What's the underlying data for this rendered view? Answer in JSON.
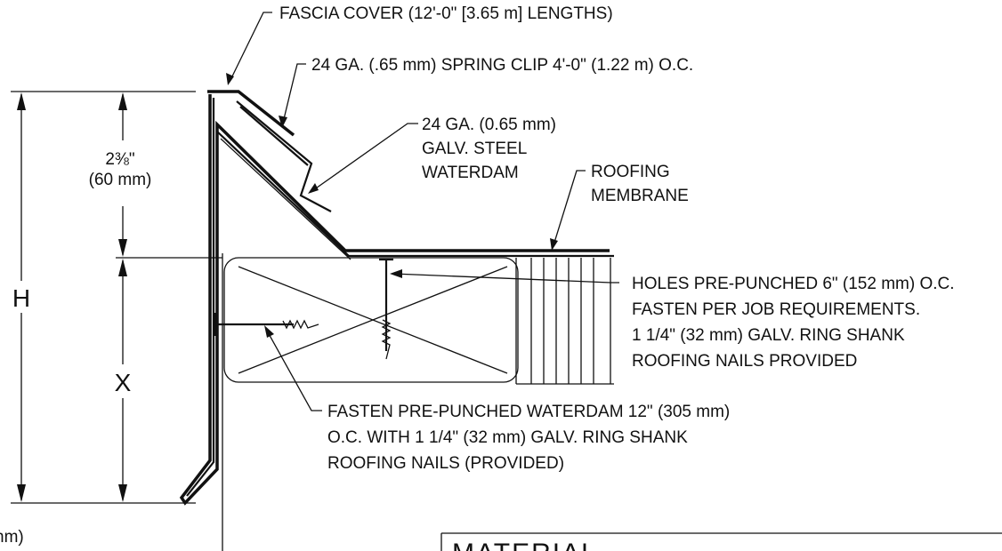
{
  "labels": {
    "fascia_cover": "FASCIA COVER (12'-0\" [3.65 m] LENGTHS)",
    "spring_clip": "24 GA. (.65 mm) SPRING CLIP 4'-0\" (1.22 m) O.C.",
    "waterdam": [
      "24 GA. (0.65 mm)",
      "GALV. STEEL",
      "WATERDAM"
    ],
    "membrane": [
      "ROOFING",
      "MEMBRANE"
    ],
    "holes": [
      "HOLES PRE-PUNCHED 6\" (152 mm) O.C.",
      "FASTEN PER JOB REQUIREMENTS.",
      "1 1/4\" (32 mm) GALV. RING SHANK",
      "ROOFING NAILS PROVIDED"
    ],
    "fasten": [
      "FASTEN PRE-PUNCHED WATERDAM 12\" (305 mm)",
      "O.C. WITH 1 1/4\" (32 mm) GALV. RING SHANK",
      "ROOFING NAILS (PROVIDED)"
    ]
  },
  "dimensions": {
    "overall": "H",
    "top_fraction": "2⅜\"",
    "top_metric": "(60 mm)",
    "lower": "X",
    "cut_metric": "nm)"
  },
  "material_block": {
    "title": "MATERIAL"
  }
}
